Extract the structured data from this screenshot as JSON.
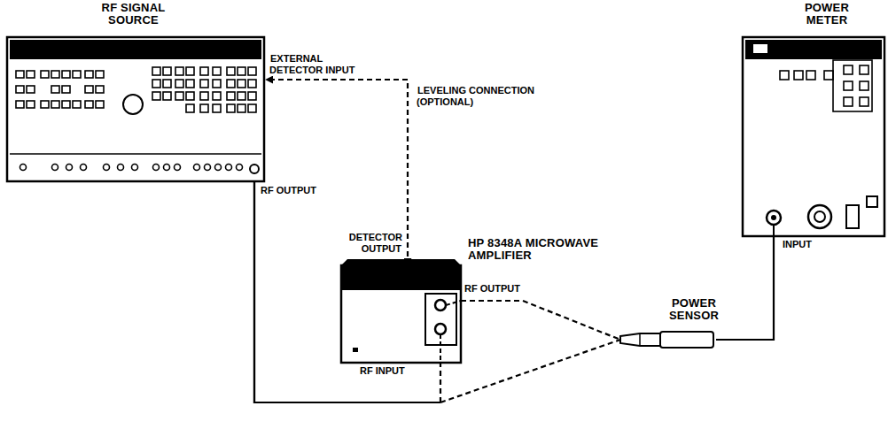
{
  "diagram": {
    "nodes": [
      {
        "text": [
          "RF SIGNAL SOURCE"
        ]
      },
      {
        "text": [
          "HP 8348A MICROWAVE AMPLIFIER"
        ]
      },
      {
        "text": [
          "POWER SENSOR"
        ]
      },
      {
        "text": [
          "POWER METER"
        ]
      }
    ],
    "edges": [
      {
        "from": 0,
        "to": 1,
        "arrow": "none"
      },
      {
        "from": 0,
        "to": 2,
        "arrow": "none"
      },
      {
        "from": 1,
        "to": 2,
        "arrow": "none"
      },
      {
        "from": 2,
        "to": 3,
        "arrow": "none"
      },
      {
        "from": 1,
        "to": 0,
        "label": "LEVELING CONNECTION (OPTIONAL)",
        "arrow": "both"
      }
    ],
    "labels": [
      "EXTERNAL DETECTOR INPUT",
      "RF OUTPUT",
      "DETECTOR OUTPUT",
      "RF OUTPUT",
      "RF INPUT",
      "INPUT"
    ]
  }
}
